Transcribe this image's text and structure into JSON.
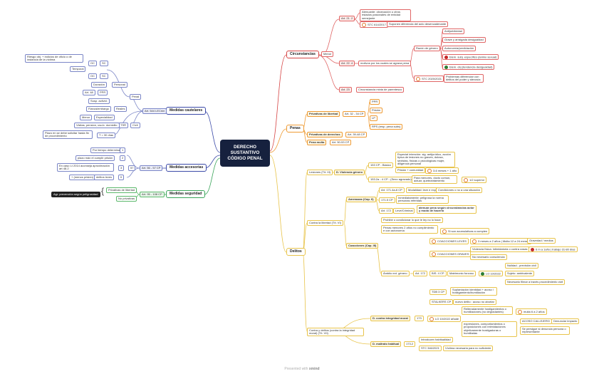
{
  "root": {
    "line1": "DERECHO",
    "line2": "SUSTANTIVO",
    "line3": "CÓDIGO PENAL"
  },
  "footer": {
    "prefix": "Presented with",
    "brand": "xmind"
  },
  "circ": {
    "title": "Circunstancias",
    "menor": "Menor",
    "art21": "Art. 21. 2",
    "art21_a": "Atenuante: obcecación u otros estados pasionales de entidad semejante",
    "art21_b": "STC 614/2017",
    "art21_c": "Suponen diferencia del acto desencadenante",
    "art22": "Art. 22. 4",
    "art22_motivo": "motivos por los cuales se agrava pena",
    "razon": "Razón de género",
    "antijur": "Antijuridicidad",
    "grave": "Grave y arraigada desigualdad",
    "autonomo": "Autonomía/perdidación",
    "elem_subj": "Elem. subj. específico (ánimo sexual)",
    "elem_obj": "Elem. obj (tendencia desigualdad)",
    "stc2020": "STC 2020/2021",
    "problemas": "Problemas diferenciar con delitos del poder y alevosía",
    "art23": "Art. 23",
    "art23_a": "Circunstancia mixta de parentesco"
  },
  "penas": {
    "title": "Penas",
    "priv_lib": "Privativas de libertad",
    "priv_lib_art": "Art. 32 - 34 CP",
    "pp": "PPR",
    "prision": "Prisión",
    "lp": "LP",
    "rps": "RPS (resp. pena subs)",
    "priv_der": "Privativas de derechos",
    "priv_der_art": "Art. 39-48 CP",
    "multa": "Pena multa",
    "multa_art": "Art. 50-53 CP"
  },
  "caut": {
    "title": "Medidas cautelares",
    "art": "Art. 544 LECrim",
    "riesgo": "Riesgo obj. + indicios de oficio o de instancia de la víctima",
    "oc": "OC",
    "sc": "SC",
    "temporal": "Temporal",
    "personal": "Personal",
    "duracion": "Duración",
    "art48": "Art. 48",
    "ppre": "PPR",
    "susp": "Susp. activid.",
    "penal": "Penal",
    "reales": "Reales",
    "fianza": "Fianza/embargo",
    "menor": "Menor",
    "especialidad": "Especialidad",
    "tsr": "TSR",
    "civil": "Civil",
    "visitas": "Visitas, pension, uso/c. domicilio",
    "plazo": "Plazo en se debe solicitar hasta fin de procedimiento",
    "plazo2": "T = 30 días"
  },
  "acces": {
    "title": "Medidas accesorias",
    "art": "Art. 56 - 57 CP",
    "tiempo": "Por tiempo determinado",
    "plazo_max": "plazo máx el cumplir prisión",
    "caso": "En caso LI 2014 aconseja aproximación art 48.2",
    "i": "I",
    "ii": "II",
    "iii": "III",
    "s7": "57",
    "mas": "+ (menos prisión)",
    "delitos": "delitos leves",
    "n1": "1",
    "n2": "2",
    "n3": "3"
  },
  "seg": {
    "title": "Medidas seguridad",
    "art": "Art. 95 - 108 CP",
    "priv": "Privativas de libertad",
    "no_priv": "No privativas",
    "agr": "Agr. prevención según peligrosidad"
  },
  "del": {
    "title": "Delitos",
    "lesiones": "Lesiones (Tít. III)",
    "violencia": "D. Violencia género",
    "art153": "153 CP - Básico",
    "esp": "Especial intención: sig. antijurídico, acción típica de lesiones no graves, dolosa, sexistas, físicas o psicológicas mujer, diligencia personal",
    "prision": "Prisión + comunidad",
    "meses": "3-6 meses + 1 año",
    "art153b": "153.2a - 4 CP - (Sexo agravado)",
    "exceptua": "Para menores, docto comun, actuar, quebrantamiento",
    "mas": "1/2 superior",
    "libertad": "Contra la libertad (Tít. VI)",
    "amenazas": "Amenazas (Cap. II)",
    "art171": "Art. 171.4a-6 CP",
    "mod_leve": "Modalidad: leve e expresa",
    "condicion": "Condiciones o no a una situación",
    "art169": "171.5 CP",
    "inmed": "Inmediatamente: peligrosa la norma personas referidas",
    "art172": "Art. 172",
    "leve": "Leve/Criminal",
    "atenua": "atenuar pena según circunstancias actor y modo de hacerlo",
    "coacciones": "Coacciones (Cap. III)",
    "prohib": "Prohibir o condicionar lo que le ley no lo hace",
    "penas_menor": "Penas menores 2 años no cumplimiento e con autonomía",
    "sin_acum": "Si son acumulativas a cumplen",
    "art172a": "Ámbito ext. género",
    "leves": "COACCIONES LEVES",
    "mismo_leve": "3 meses a 2 años | Multa 12 a 24 meses",
    "gravedad": "Gravedad / medios",
    "graves": "COACCIONES GRAVES",
    "violencia_f": "Violencia física: intimidatoria o contra cosas",
    "seis_meses": "6 m a 1año | trabajo 31-80 días",
    "necesario": "No necesario consciencia",
    "art173": "BIS. 4 CP",
    "matrimonio": "Matrimonio forzoso",
    "l0": "LO 10/2022",
    "nulidad": "Nulidad - previsión civil",
    "sujeto": "Sujeto: ambivalente",
    "necesario2": "Necesario filmar a través procedimiento civil",
    "tdb": "TDB 3 CP",
    "suplant": "Suplantación identidad + acoso / hostigamiento/humillación",
    "stalking": "STALKERS CP",
    "nuevo": "nuevo delito : acoso no abortar",
    "integridad": "Contra y delitos (contra la integridad moral) (Tít. VII)",
    "art173m": "D. contra integridad moral",
    "t173": "173",
    "lo10": "LO 10/2022 añade",
    "reiteradamente": "Reiteradamente hostigamientos o humillaciones (no degradantes)",
    "multa_6": "multa 6 a 2 años",
    "expresiones": "expresiones, comportamientos o proposiciones con intimidaciones objetivamente hostigadoras o humilladas",
    "acoso": "ACOSO CALLEJERO",
    "denunc": "Denunciar impacto",
    "se_persigue": "Se persigue si denuncia persona o representante",
    "maltrato": "D. maltrato habitual",
    "t173_2": "173.2",
    "introducen": "Introducen habitualidad",
    "stc": "STC 346/2021",
    "victima": "Víctima necesaria para no suficiente"
  }
}
